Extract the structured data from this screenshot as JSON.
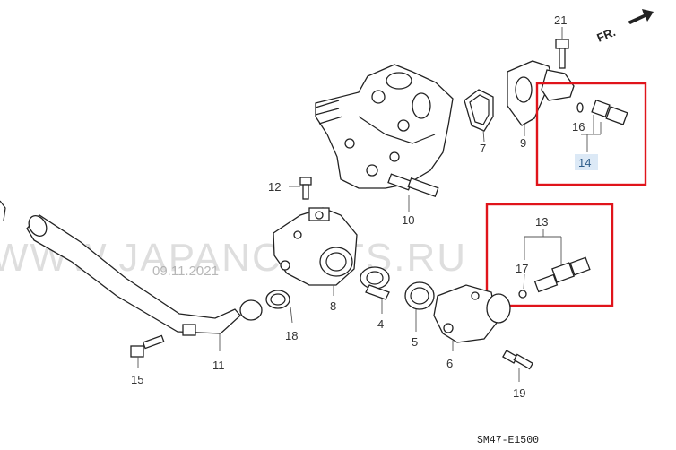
{
  "diagram": {
    "code": "SM47-E1500",
    "direction": "FR.",
    "watermark": "WWW.JAPANCARTS.RU",
    "date": "09.11.2021",
    "labels": {
      "p21": "21",
      "p7": "7",
      "p9": "9",
      "p16": "16",
      "p14": "14",
      "p12": "12",
      "p10": "10",
      "p13": "13",
      "p17": "17",
      "p8": "8",
      "p4": "4",
      "p5": "5",
      "p6": "6",
      "p18": "18",
      "p11": "11",
      "p15": "15",
      "p19": "19"
    },
    "colors": {
      "highlight": "#e0141b",
      "label_highlight_bg": "#dce9f6"
    }
  }
}
